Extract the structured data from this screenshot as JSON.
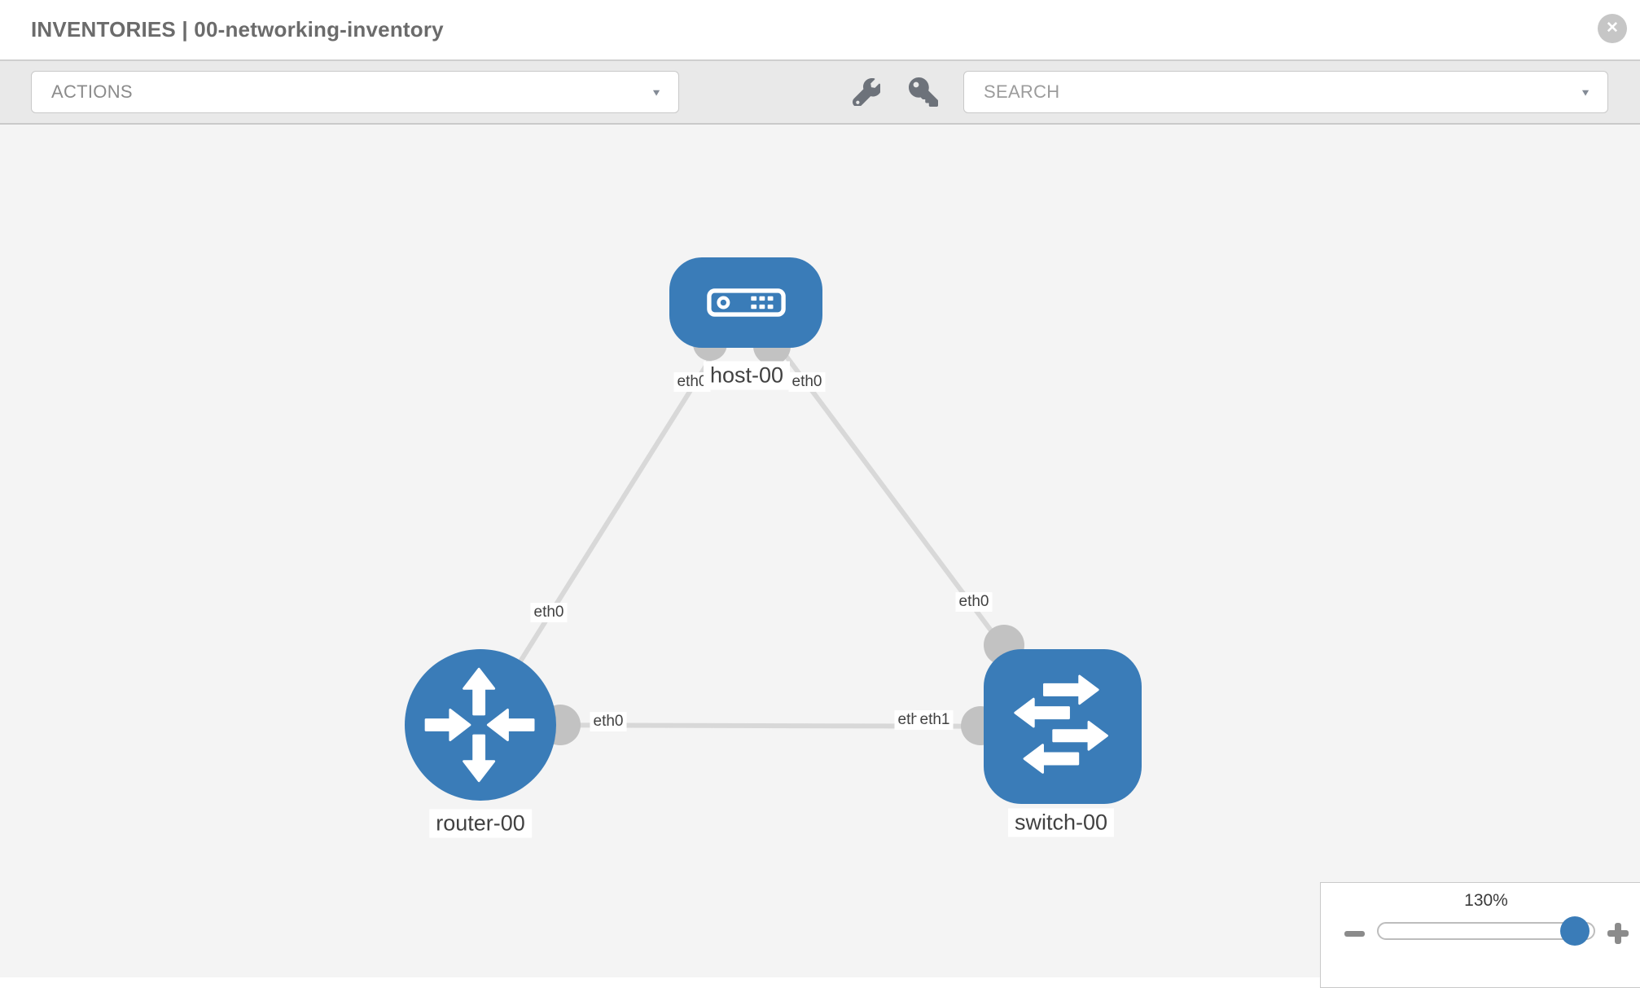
{
  "window": {
    "title": "INVENTORIES | 00-networking-inventory"
  },
  "icons": {
    "close": "✕",
    "caret_down": "▼",
    "toolbar_icons": [
      "wrench",
      "key"
    ]
  },
  "toolbar": {
    "actions_label": "ACTIONS",
    "search_placeholder": "SEARCH"
  },
  "topology": {
    "nodes": [
      {
        "id": "host-00",
        "label": "host-00",
        "type": "host"
      },
      {
        "id": "router-00",
        "label": "router-00",
        "type": "router"
      },
      {
        "id": "switch-00",
        "label": "switch-00",
        "type": "switch"
      }
    ],
    "links": [
      {
        "from": "host-00",
        "from_interface": "eth0",
        "to": "router-00",
        "to_interface": "eth0"
      },
      {
        "from": "host-00",
        "from_interface": "eth0",
        "to": "switch-00",
        "to_interface": "eth0"
      },
      {
        "from": "router-00",
        "from_interface": "eth0",
        "to": "switch-00",
        "to_interface": "eth1"
      }
    ]
  },
  "zoom_control": {
    "level": "130%"
  },
  "colors": {
    "node_blue": "#3a7cb8",
    "link_gray": "#d8d8d8",
    "interface_gray": "#c2c2c2",
    "canvas_bg": "#f4f4f4",
    "toolbar_bg": "#e9e9e9"
  }
}
